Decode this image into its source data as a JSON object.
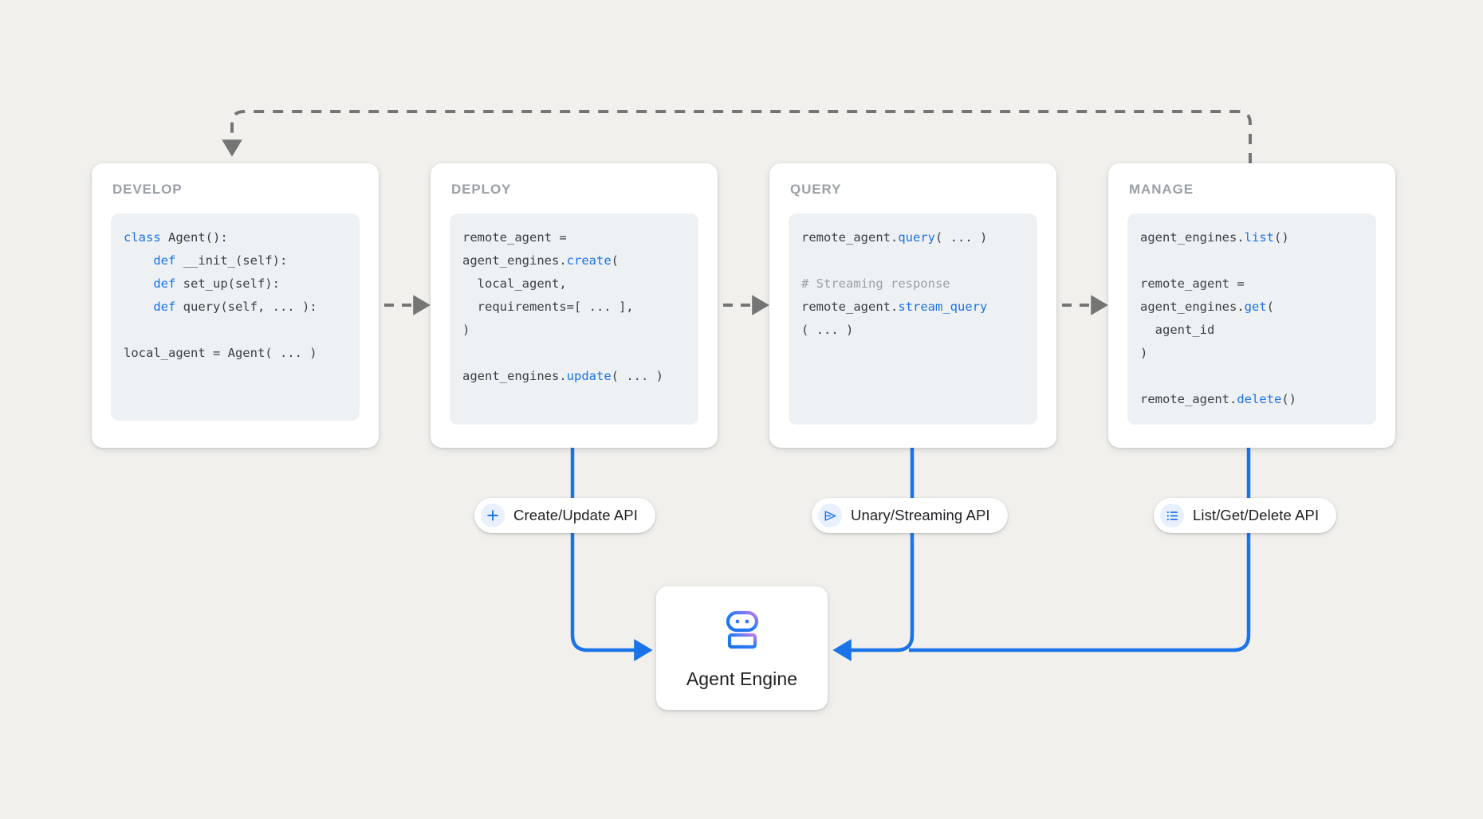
{
  "canvas": {
    "background": "#f1f0ed",
    "accent_blue": "#1a73e8",
    "code_bg": "#eef1f4",
    "label_gray": "#9aa0a6",
    "arrow_gray": "#757575"
  },
  "stages": [
    {
      "id": "develop",
      "title": "DEVELOP",
      "code_lines": [
        [
          {
            "t": "class ",
            "c": "kw"
          },
          {
            "t": "Agent():",
            "c": ""
          }
        ],
        [
          {
            "t": "    ",
            "c": ""
          },
          {
            "t": "def ",
            "c": "kw"
          },
          {
            "t": "__init_(self):",
            "c": ""
          }
        ],
        [
          {
            "t": "    ",
            "c": ""
          },
          {
            "t": "def ",
            "c": "kw"
          },
          {
            "t": "set_up(self):",
            "c": ""
          }
        ],
        [
          {
            "t": "    ",
            "c": ""
          },
          {
            "t": "def ",
            "c": "kw"
          },
          {
            "t": "query(self, ... ):",
            "c": ""
          }
        ],
        [
          {
            "t": "",
            "c": ""
          }
        ],
        [
          {
            "t": "local_agent = Agent( ... )",
            "c": ""
          }
        ]
      ]
    },
    {
      "id": "deploy",
      "title": "DEPLOY",
      "code_lines": [
        [
          {
            "t": "remote_agent =",
            "c": ""
          }
        ],
        [
          {
            "t": "agent_engines.",
            "c": ""
          },
          {
            "t": "create",
            "c": "fn"
          },
          {
            "t": "(",
            "c": ""
          }
        ],
        [
          {
            "t": "  local_agent,",
            "c": ""
          }
        ],
        [
          {
            "t": "  requirements=[ ... ],",
            "c": ""
          }
        ],
        [
          {
            "t": ")",
            "c": ""
          }
        ],
        [
          {
            "t": "",
            "c": ""
          }
        ],
        [
          {
            "t": "agent_engines.",
            "c": ""
          },
          {
            "t": "update",
            "c": "fn"
          },
          {
            "t": "( ... )",
            "c": ""
          }
        ]
      ]
    },
    {
      "id": "query",
      "title": "QUERY",
      "code_lines": [
        [
          {
            "t": "remote_agent.",
            "c": ""
          },
          {
            "t": "query",
            "c": "fn"
          },
          {
            "t": "( ... )",
            "c": ""
          }
        ],
        [
          {
            "t": "",
            "c": ""
          }
        ],
        [
          {
            "t": "# Streaming response",
            "c": "cmt"
          }
        ],
        [
          {
            "t": "remote_agent.",
            "c": ""
          },
          {
            "t": "stream_query",
            "c": "fn"
          }
        ],
        [
          {
            "t": "( ... )",
            "c": ""
          }
        ]
      ]
    },
    {
      "id": "manage",
      "title": "MANAGE",
      "code_lines": [
        [
          {
            "t": "agent_engines.",
            "c": ""
          },
          {
            "t": "list",
            "c": "fn"
          },
          {
            "t": "()",
            "c": ""
          }
        ],
        [
          {
            "t": "",
            "c": ""
          }
        ],
        [
          {
            "t": "remote_agent =",
            "c": ""
          }
        ],
        [
          {
            "t": "agent_engines.",
            "c": ""
          },
          {
            "t": "get",
            "c": "fn"
          },
          {
            "t": "(",
            "c": ""
          }
        ],
        [
          {
            "t": "  agent_id",
            "c": ""
          }
        ],
        [
          {
            "t": ")",
            "c": ""
          }
        ],
        [
          {
            "t": "",
            "c": ""
          }
        ],
        [
          {
            "t": "remote_agent.",
            "c": ""
          },
          {
            "t": "delete",
            "c": "fn"
          },
          {
            "t": "()",
            "c": ""
          }
        ]
      ]
    }
  ],
  "pills": [
    {
      "id": "create-update",
      "label": "Create/Update API",
      "icon": "plus-icon"
    },
    {
      "id": "unary-streaming",
      "label": "Unary/Streaming API",
      "icon": "send-icon"
    },
    {
      "id": "list-get-delete",
      "label": "List/Get/Delete API",
      "icon": "list-icon"
    }
  ],
  "agent_engine": {
    "label": "Agent Engine",
    "icon": "robot-icon",
    "gradient_from": "#1a73e8",
    "gradient_to": "#c27ded"
  },
  "flow": {
    "forward_arrows": 3,
    "feedback_loop_label": ""
  }
}
